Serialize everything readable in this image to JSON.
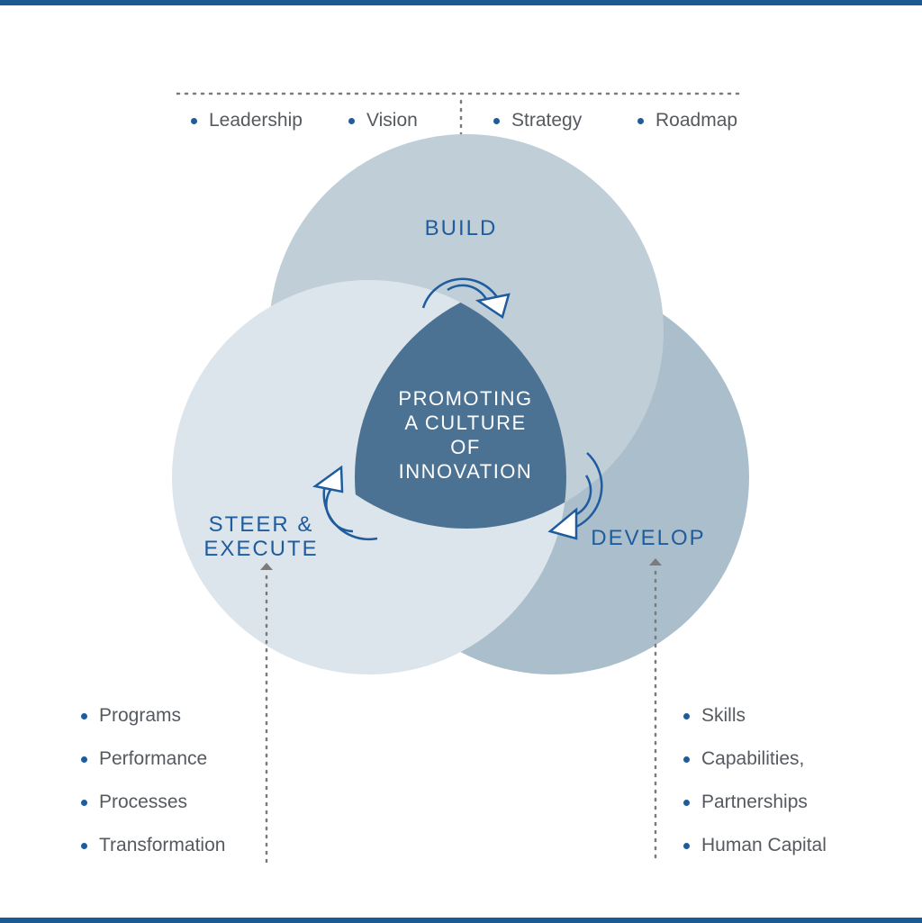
{
  "colors": {
    "rule": "#1c5a94",
    "circle_build": "#c0ced8",
    "circle_steer": "#dde5ec",
    "circle_develop": "#abbecb",
    "center": "#4b7293",
    "label_blue": "#1f5c9e",
    "arrow": "#1f5c9e",
    "bullet_dot": "#1f5c9e",
    "bullet_text": "#555a60",
    "dotted": "#7b7b7b"
  },
  "center": {
    "lines": [
      "PROMOTING",
      "A CULTURE",
      "OF",
      "INNOVATION"
    ]
  },
  "circles": {
    "build": {
      "label": "BUILD"
    },
    "steer": {
      "lines": [
        "STEER &",
        "EXECUTE"
      ]
    },
    "develop": {
      "label": "DEVELOP"
    }
  },
  "lists": {
    "top": [
      "Leadership",
      "Vision",
      "Strategy",
      "Roadmap"
    ],
    "left": [
      "Programs",
      "Performance",
      "Processes",
      "Transformation"
    ],
    "right": [
      "Skills",
      "Capabilities,",
      "Partnerships",
      "Human Capital"
    ]
  }
}
